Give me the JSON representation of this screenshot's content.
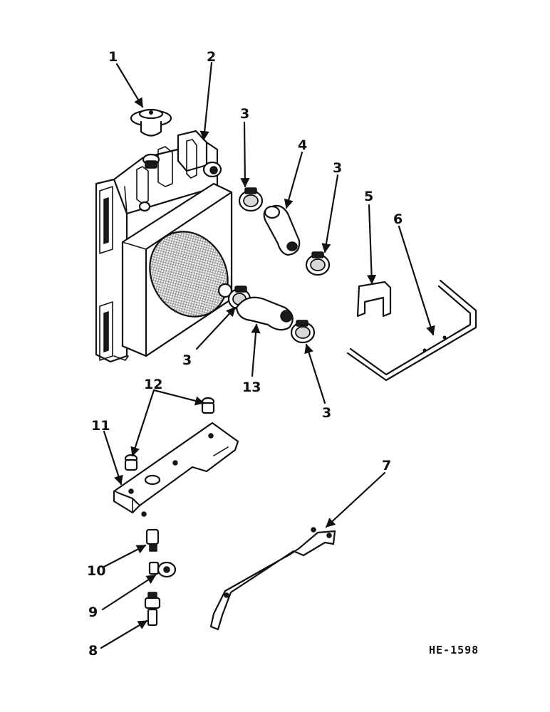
{
  "figure_code": "HE-1598",
  "callouts": [
    "1",
    "2",
    "3",
    "3",
    "3",
    "3",
    "4",
    "5",
    "6",
    "7",
    "8",
    "9",
    "10",
    "11",
    "12",
    "13"
  ]
}
